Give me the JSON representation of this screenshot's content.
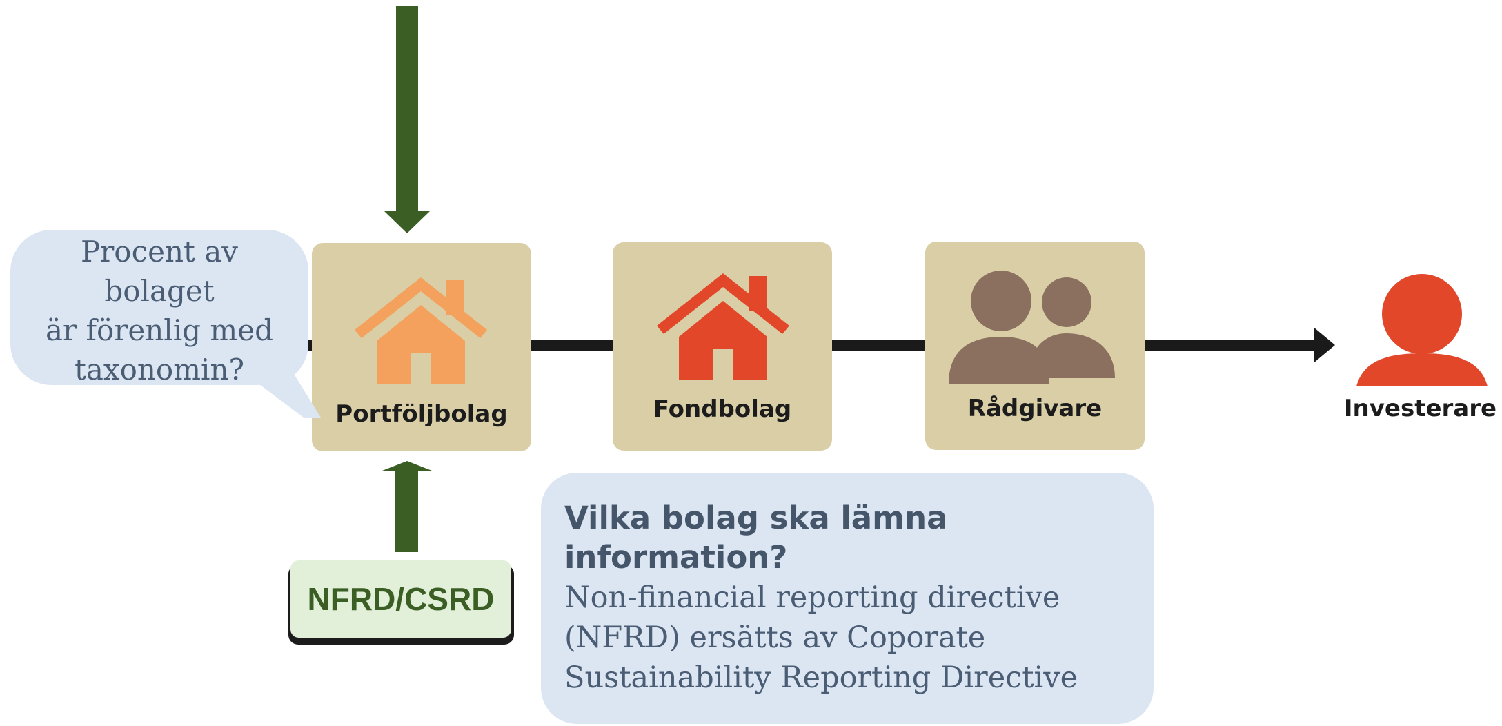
{
  "nodes": [
    {
      "id": "portfoljbolag",
      "label": "Portföljbolag",
      "icon": "house-icon",
      "icon_color": "#f4a15d"
    },
    {
      "id": "fondbolag",
      "label": "Fondbolag",
      "icon": "house-icon",
      "icon_color": "#e2472a"
    },
    {
      "id": "radgivare",
      "label": "Rådgivare",
      "icon": "people-icon",
      "icon_color": "#8b7060"
    }
  ],
  "investor": {
    "label": "Investerare",
    "icon": "person-icon",
    "icon_color": "#e2472a"
  },
  "callout": {
    "lines": [
      "Procent av",
      "bolaget",
      "är förenlig med",
      "taxonomin?"
    ]
  },
  "regulation": {
    "label": "NFRD/CSRD"
  },
  "info": {
    "title": "Vilka bolag ska lämna information?",
    "body": "Non-financial reporting directive\n(NFRD) ersätts av Coporate\nSustainability Reporting Directive"
  },
  "colors": {
    "box_fill": "#d9cea6",
    "arrow_green": "#3b5e25",
    "flow_line": "#1a1a1a",
    "callout_fill": "#dce6f2",
    "regulation_fill": "#e2efd9",
    "text_blue": "#4a5d74"
  }
}
